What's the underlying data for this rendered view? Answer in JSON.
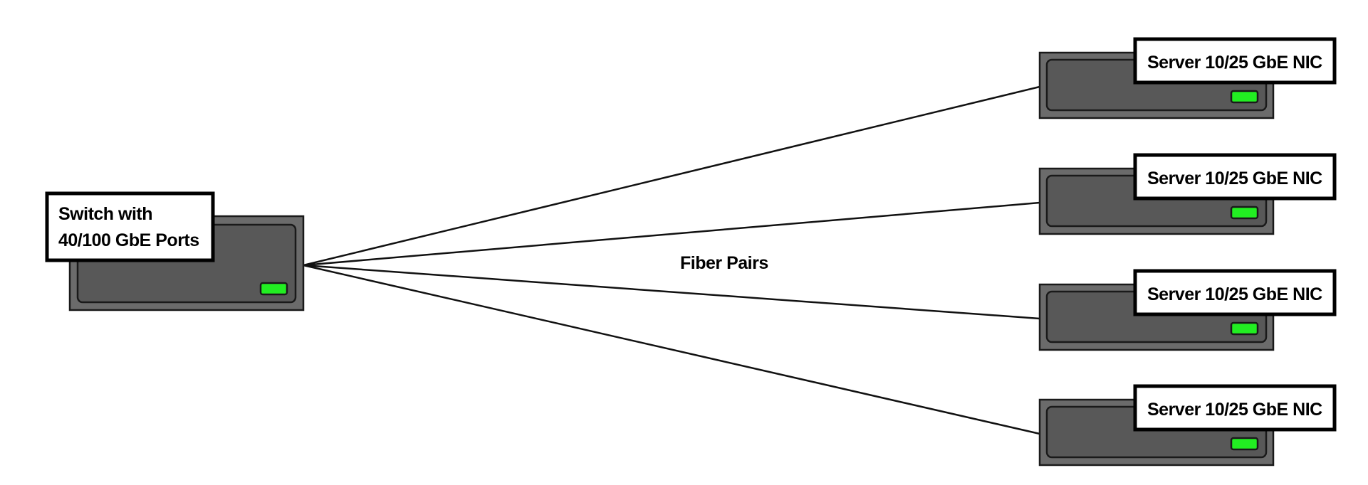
{
  "switch": {
    "label_line1": "Switch with",
    "label_line2": "40/100 GbE Ports",
    "led_color": "#22ee22"
  },
  "link_label": "Fiber Pairs",
  "servers": [
    {
      "label": "Server 10/25 GbE NIC"
    },
    {
      "label": "Server 10/25 GbE NIC"
    },
    {
      "label": "Server 10/25 GbE NIC"
    },
    {
      "label": "Server 10/25 GbE NIC"
    }
  ]
}
